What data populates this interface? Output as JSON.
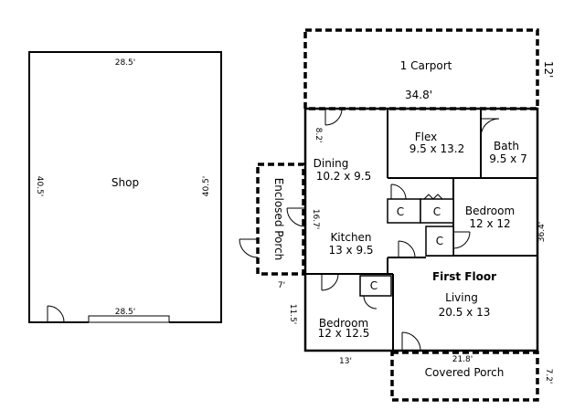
{
  "shop": {
    "label": "Shop",
    "dim_top": "28.5'",
    "dim_left": "40.5'",
    "dim_right": "40.5'",
    "dim_bottom": "28.5'"
  },
  "carport": {
    "label": "1 Carport",
    "dim_width": "34.8'",
    "dim_depth": "12'"
  },
  "house": {
    "title": "First Floor",
    "dim_right": "36.4'",
    "dim_left_upper": "8.2'",
    "dim_left_mid": "16.7'",
    "dim_step": "7'",
    "dim_left_lower": "11.5'",
    "dim_bottom_left": "13'",
    "dim_bottom_right": "21.8'"
  },
  "rooms": {
    "flex": {
      "name": "Flex",
      "size": "9.5 x 13.2"
    },
    "bath": {
      "name": "Bath",
      "size": "9.5 x 7"
    },
    "dining": {
      "name": "Dining",
      "size": "10.2 x 9.5"
    },
    "bedroom_right": {
      "name": "Bedroom",
      "size": "12 x 12"
    },
    "kitchen": {
      "name": "Kitchen",
      "size": "13 x 9.5"
    },
    "living": {
      "name": "Living",
      "size": "20.5 x 13"
    },
    "bedroom_left": {
      "name": "Bedroom",
      "size": "12 x 12.5"
    }
  },
  "closets": {
    "label": "C"
  },
  "enclosed_porch": {
    "label": "Enclosed Porch"
  },
  "covered_porch": {
    "label": "Covered Porch",
    "dim_depth": "7.2'"
  }
}
